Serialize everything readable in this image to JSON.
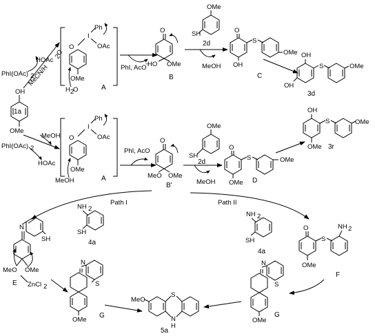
{
  "colors": {
    "ink": "#000000",
    "background": "#ffffff"
  },
  "reagents": {
    "hoac": "HOAc",
    "piOAc2": "PhI(OAc)",
    "meoh": "MeOH",
    "phi_aco_minus": "PhI, AcO",
    "phi_aco": "PhI, AcO",
    "mecn_h2o": "MeCN/H",
    "zncl2": "ZnCl",
    "h2o": "H",
    "ph": "Ph",
    "oac": "OAc",
    "i": "I"
  },
  "atoms": {
    "oh": "OH",
    "o": "O",
    "ome": "OMe",
    "meo": "MeO",
    "sh": "SH",
    "s": "S",
    "nh2": "NH",
    "n": "N",
    "h": "H",
    "ho": "HO"
  },
  "compounds": {
    "c1a": "1a",
    "A_top": "A",
    "B": "B",
    "C": "C",
    "c3d": "3d",
    "c2d_top": "2d",
    "A_mid": "A",
    "Bprime": "B'",
    "D": "D",
    "c3r": "3r",
    "c2d_mid": "2d",
    "c4a_left": "4a",
    "c4a_right": "4a",
    "E": "E",
    "F": "F",
    "G_left": "G",
    "G_right": "G",
    "c5a": "5a"
  },
  "paths": {
    "path1": "Path I",
    "path2": "Path II"
  }
}
